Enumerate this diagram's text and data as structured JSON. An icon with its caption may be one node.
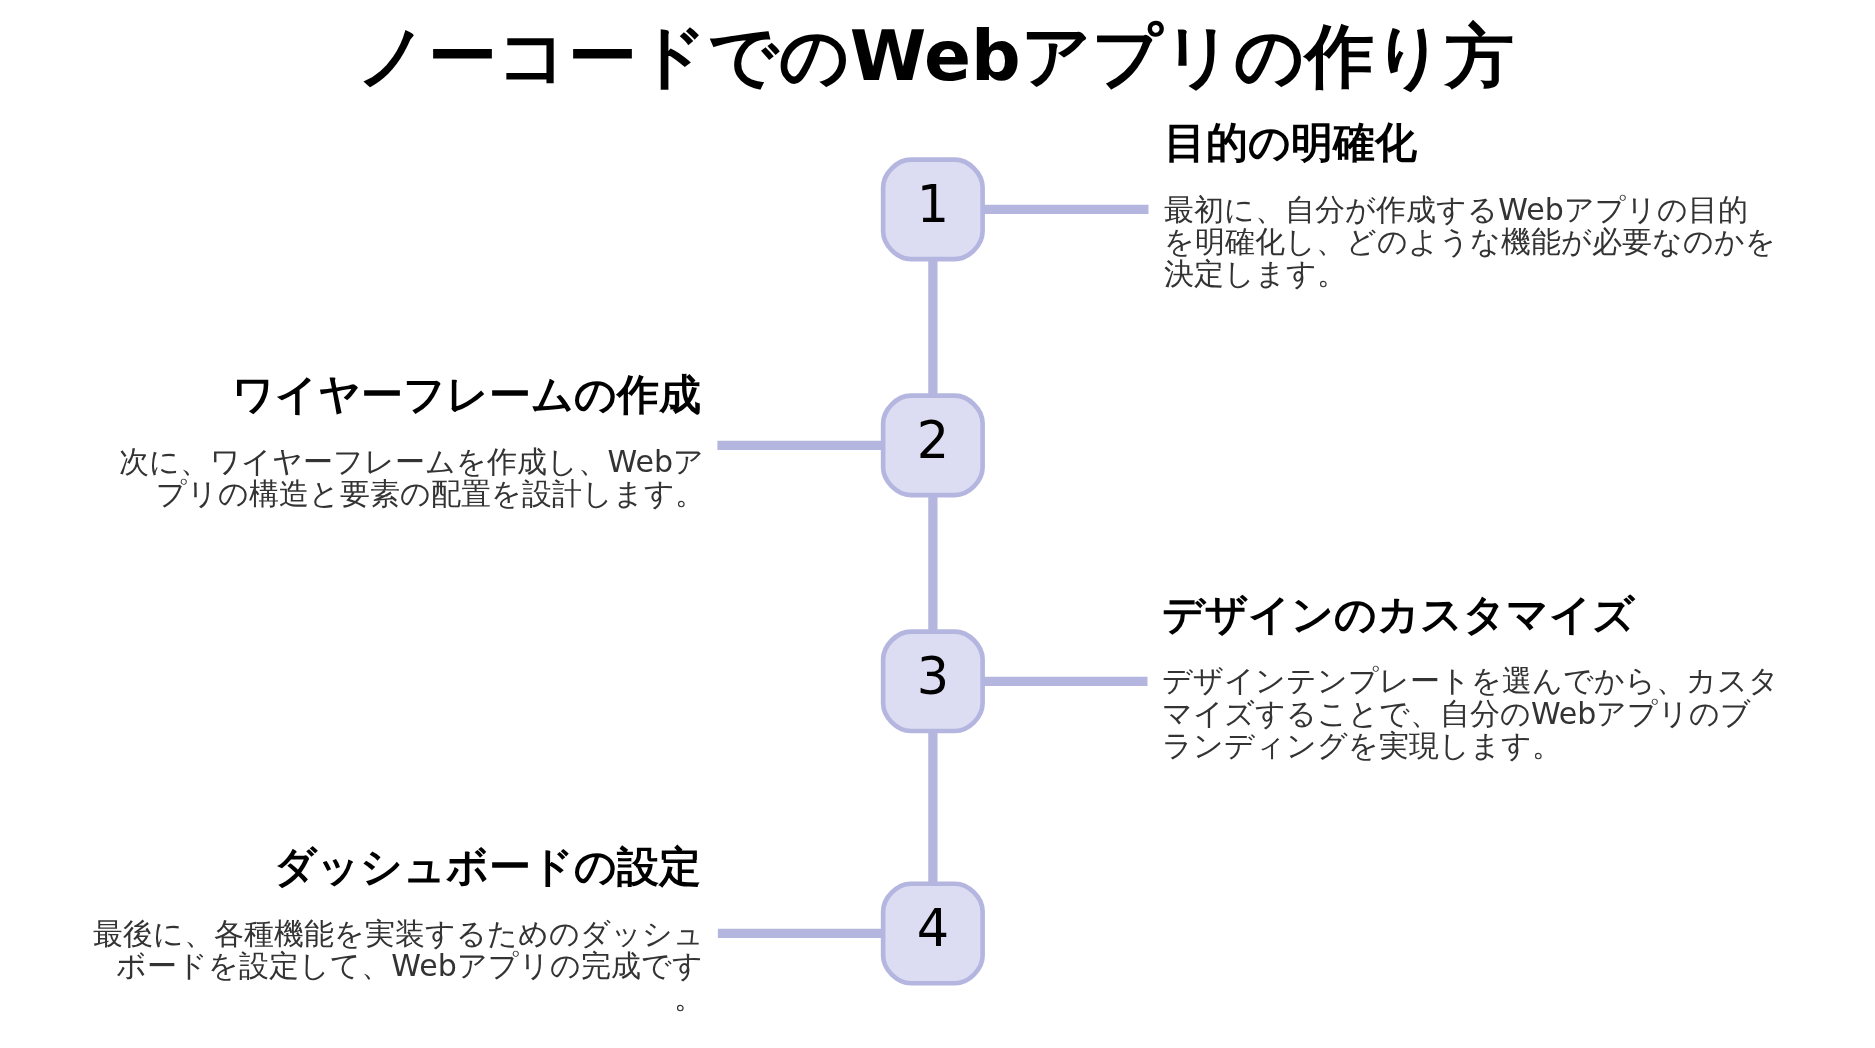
{
  "diagram": {
    "title": "ノーコードでのWebアプリの作り方",
    "nodes": [
      {
        "text": [
          "1"
        ]
      },
      {
        "text": [
          "目的の明確化",
          "最初に、自分が作成するWebアプリの目的を明確化し、どのような機能が必要なのかを決定します。"
        ]
      },
      {
        "text": [
          "2"
        ]
      },
      {
        "text": [
          "ワイヤーフレームの作成",
          "次に、ワイヤーフレームを作成し、Webアプリの構造と要素の配置を設計します。"
        ]
      },
      {
        "text": [
          "3"
        ]
      },
      {
        "text": [
          "デザインのカスタマイズ",
          "デザインテンプレートを選んでから、カスタマイズすることで、自分のWebアプリのブランディングを実現します。"
        ]
      },
      {
        "text": [
          "4"
        ]
      },
      {
        "text": [
          "ダッシュボードの設定",
          "最後に、各種機能を実装するためのダッシュボードを設定して、Webアプリの完成です。"
        ]
      }
    ],
    "edges": [
      {
        "from": 0,
        "to": 1,
        "arrow": "none"
      },
      {
        "from": 2,
        "to": 3,
        "arrow": "none"
      },
      {
        "from": 4,
        "to": 5,
        "arrow": "none"
      },
      {
        "from": 6,
        "to": 7,
        "arrow": "none"
      },
      {
        "from": 0,
        "to": 2,
        "arrow": "none"
      },
      {
        "from": 2,
        "to": 4,
        "arrow": "none"
      },
      {
        "from": 4,
        "to": 6,
        "arrow": "none"
      }
    ]
  }
}
